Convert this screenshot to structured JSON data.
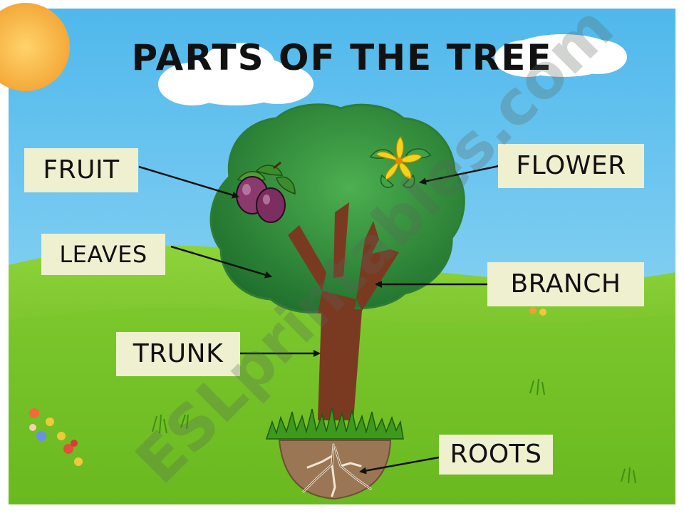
{
  "title": "PARTS OF THE TREE",
  "watermark": "ESLprintables.com",
  "labels": {
    "fruit": "FRUIT",
    "flower": "FLOWER",
    "leaves": "LEAVES",
    "branch": "BRANCH",
    "trunk": "TRUNK",
    "roots": "ROOTS"
  },
  "colors": {
    "sky": "#6fc9ef",
    "grass": "#6fbf1c",
    "foliage": "#2f8f3a",
    "trunk": "#7a3a22",
    "soil": "#9a7654",
    "label_bg": "#eef0cf"
  }
}
